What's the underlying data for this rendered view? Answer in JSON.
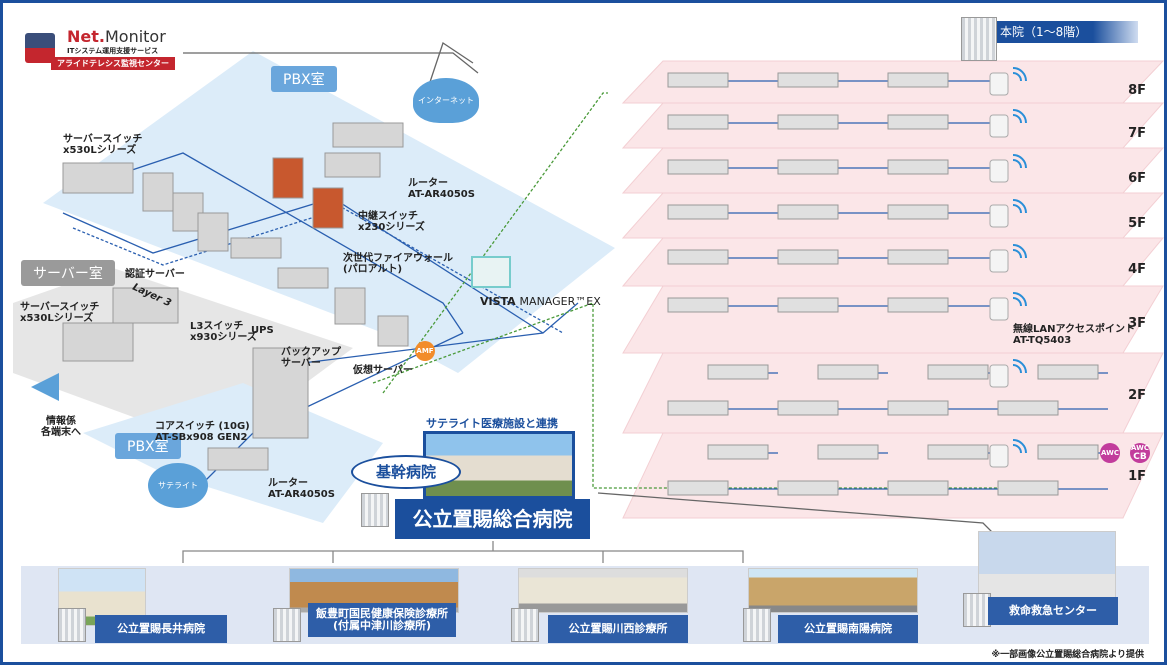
{
  "branding": {
    "name_bold": "Net.",
    "name_rest": "Monitor",
    "subtitle": "ITシステム運用支援サービス",
    "center": "アライドテレシス監視センター"
  },
  "rooms": {
    "pbx_top": "PBX室",
    "server": "サーバー室",
    "pbx_bottom": "PBX室"
  },
  "clouds": {
    "internet": "インターネット",
    "satellite": "サテライト"
  },
  "devices": {
    "server_switch_top": [
      "サーバースイッチ",
      "x530Lシリーズ"
    ],
    "router_top": [
      "ルーター",
      "AT-AR4050S"
    ],
    "relay_switch": [
      "中継スイッチ",
      "x230シリーズ"
    ],
    "firewall": [
      "次世代ファイアウォール",
      "(パロアルト)"
    ],
    "auth_server": "認証サーバー",
    "ups": "UPS",
    "backup_server": [
      "バックアップ",
      "サーバー"
    ],
    "vista": {
      "bold": "VISTA",
      "rest": "MANAGER™EX"
    },
    "virtual_server": "仮想サーバー",
    "amf": "AMF",
    "layer3": "Layer 3",
    "server_switch_bottom": [
      "サーバースイッチ",
      "x530Lシリーズ"
    ],
    "l3_switch": [
      "L3スイッチ",
      "x930シリーズ"
    ],
    "info_terminals": [
      "情報係",
      "各端末へ"
    ],
    "core_switch": [
      "コアスイッチ (10G)",
      "AT-SBx908 GEN2"
    ],
    "router_bottom": [
      "ルーター",
      "AT-AR4050S"
    ],
    "wlan_ap": [
      "無線LANアクセスポイント",
      "AT-TQ5403"
    ],
    "awc": "AWC",
    "awc_cb": [
      "AWC",
      "CB"
    ]
  },
  "main_building": {
    "tag": "本院（1〜8階）",
    "floors": [
      "8F",
      "7F",
      "6F",
      "5F",
      "4F",
      "3F",
      "2F",
      "1F"
    ]
  },
  "satellite_link": "サテライト医療施設と連携",
  "core_hospital_badge": "基幹病院",
  "main_hospital": "公立置賜総合病院",
  "sites": [
    {
      "name": "公立置賜長井病院"
    },
    {
      "name": "飯豊町国民健康保険診療所",
      "sub": "(付属中津川診療所)"
    },
    {
      "name": "公立置賜川西診療所"
    },
    {
      "name": "公立置賜南陽病院"
    },
    {
      "name": "救命救急センター"
    }
  ],
  "footnote": "※一部画像公立置賜総合病院より提供",
  "colors": {
    "border": "#1b4f9d",
    "pbx_floor": "#dcecf9",
    "floor_pink": "#fbe6e8",
    "link_blue": "#2a5fb0",
    "link_green": "#4a9a3a"
  }
}
